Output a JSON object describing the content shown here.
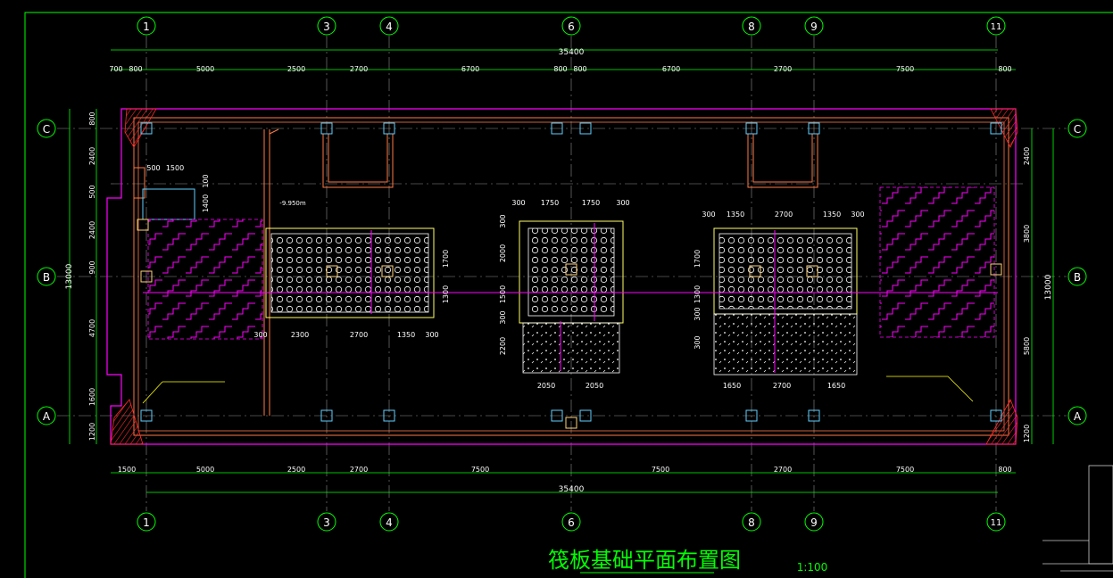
{
  "title": "筏板基础平面布置图",
  "scale": "1:100",
  "colors": {
    "background": "#000000",
    "axis_bubble": "#00ff00",
    "dimension": "#00ff00",
    "outline": "#ff00ff",
    "wall": "#ff7a45",
    "column": "#5fd0ff",
    "hatch": "#ff00ff",
    "pile": "#ffffff",
    "text": "#ffffff",
    "title": "#00ff00",
    "corner_hatch": "#ff2a2a",
    "label_leader": "#ffff00"
  },
  "axes": {
    "vertical": [
      "1",
      "3",
      "4",
      "6",
      "8",
      "9",
      "11"
    ],
    "horizontal": [
      "C",
      "B",
      "A"
    ]
  },
  "dims": {
    "top_total": "35400",
    "top_segments": [
      "700",
      "800",
      "5000",
      "2500",
      "2700",
      "6700",
      "800",
      "800",
      "6700",
      "2700",
      "7500",
      "800"
    ],
    "bottom_total": "35400",
    "bottom_segments": [
      "1500",
      "5000",
      "2500",
      "2700",
      "7500",
      "7500",
      "2700",
      "7500",
      "800"
    ],
    "left_total": "13000",
    "left_segments": [
      "800",
      "2400",
      "500",
      "2400",
      "900",
      "4700",
      "1600",
      "1200"
    ],
    "right_total": "13000",
    "right_segments": [
      "2400",
      "3800",
      "5800",
      "1200"
    ]
  },
  "annotations": {
    "elevation": "-9.950m",
    "pit1_top": [
      "500",
      "1500"
    ],
    "pit1_side": [
      "100",
      "1400"
    ],
    "pit2_bottom": [
      "300",
      "2300",
      "2700",
      "1350",
      "300"
    ],
    "pit2_right": [
      "1700",
      "1300"
    ],
    "pit3_top": [
      "300",
      "1750",
      "1750",
      "300"
    ],
    "pit3_left": [
      "300",
      "2000",
      "1500",
      "300",
      "2200"
    ],
    "pit3_bottom": [
      "2050",
      "2050"
    ],
    "pit4_top": [
      "300",
      "1350",
      "2700",
      "1350",
      "300"
    ],
    "pit4_left": [
      "1700",
      "1300",
      "300",
      "300"
    ],
    "pit4_bottom": [
      "1650",
      "2700",
      "1650"
    ]
  }
}
